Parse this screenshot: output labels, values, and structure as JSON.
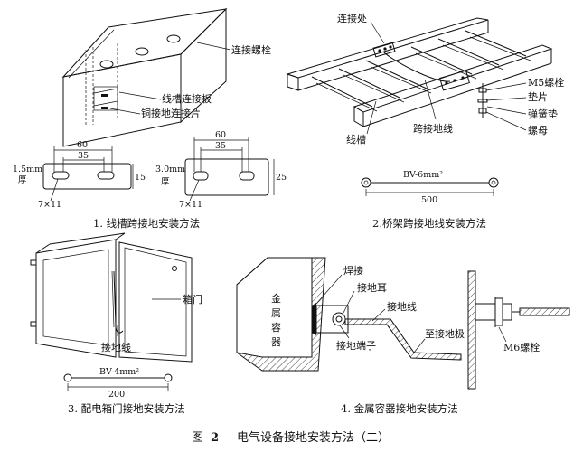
{
  "figure": {
    "number_prefix": "图",
    "number": "2",
    "title": "电气设备接地安装方法（二）"
  },
  "panel1": {
    "callouts": {
      "bolt": "连接螺栓",
      "trunk_plate": "线槽连接板",
      "copper_plate": "铜接地连接片"
    },
    "plate_small": {
      "thickness": "1.5mm",
      "thickness_suffix": "厚",
      "dim_outer": "60",
      "dim_inner": "35",
      "dim_height": "15",
      "slot": "7×11"
    },
    "plate_large": {
      "thickness": "3.0mm",
      "thickness_suffix": "厚",
      "dim_outer": "60",
      "dim_inner": "35",
      "dim_height": "25",
      "slot": "7×11"
    },
    "caption": "1. 线槽跨接地安装方法"
  },
  "panel2": {
    "callouts": {
      "joint": "连接处",
      "bolt": "M5螺栓",
      "washer": "垫片",
      "spring_washer": "弹簧垫",
      "nut": "螺母",
      "bridge_wire": "跨接地线",
      "trunking": "线槽"
    },
    "wire_label": "BV-6mm²",
    "wire_length": "500",
    "caption": "2.桥架跨接地线安装方法"
  },
  "panel3": {
    "callouts": {
      "door": "箱门",
      "ground_wire": "接地线"
    },
    "wire_label": "BV-4mm²",
    "wire_length": "200",
    "caption": "3. 配电箱门接地安装方法"
  },
  "panel4": {
    "callouts": {
      "container": "金属容器",
      "weld": "焊接",
      "lug": "接地耳",
      "ground_wire": "接地线",
      "terminal": "接地端子",
      "to_electrode": "至接地极",
      "bolt": "M6螺栓"
    },
    "caption": "4. 金属容器接地安装方法"
  }
}
